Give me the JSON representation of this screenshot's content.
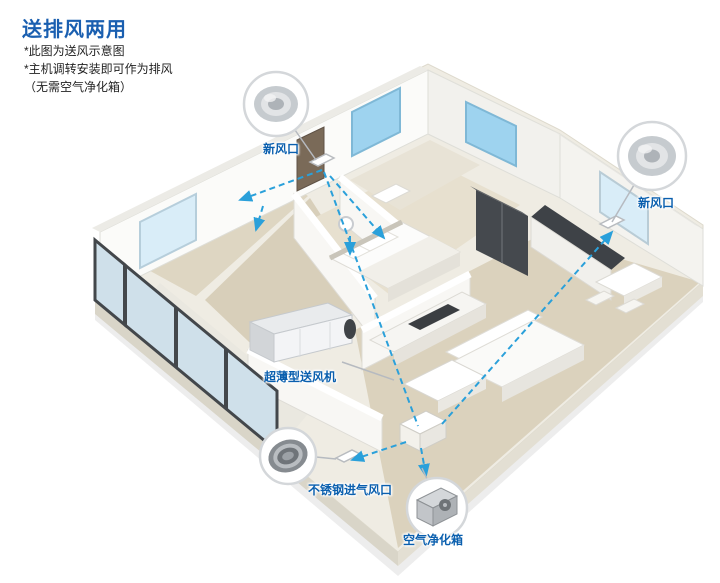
{
  "header": {
    "title": "送排风两用",
    "note1": "*此图为送风示意图",
    "note2": "*主机调转安装即可作为排风",
    "note3": "（无需空气净化箱）"
  },
  "callouts": {
    "fresh_air_vent_left": {
      "label": "新风口"
    },
    "fresh_air_vent_right": {
      "label": "新风口"
    },
    "slim_supply_fan": {
      "label": "超薄型送风机"
    },
    "stainless_intake_vent": {
      "label": "不锈钢进气风口"
    },
    "air_purifier_box": {
      "label": "空气净化箱"
    }
  },
  "colors": {
    "title_blue": "#1a5fb0",
    "label_blue": "#0a5fae",
    "duct_line_blue": "#2aa0da",
    "skylight_blue": "#9ed3ef",
    "floor_beige": "#dbd2bd",
    "wall_white": "#fbfbf9",
    "dark_frame": "#43474b"
  }
}
